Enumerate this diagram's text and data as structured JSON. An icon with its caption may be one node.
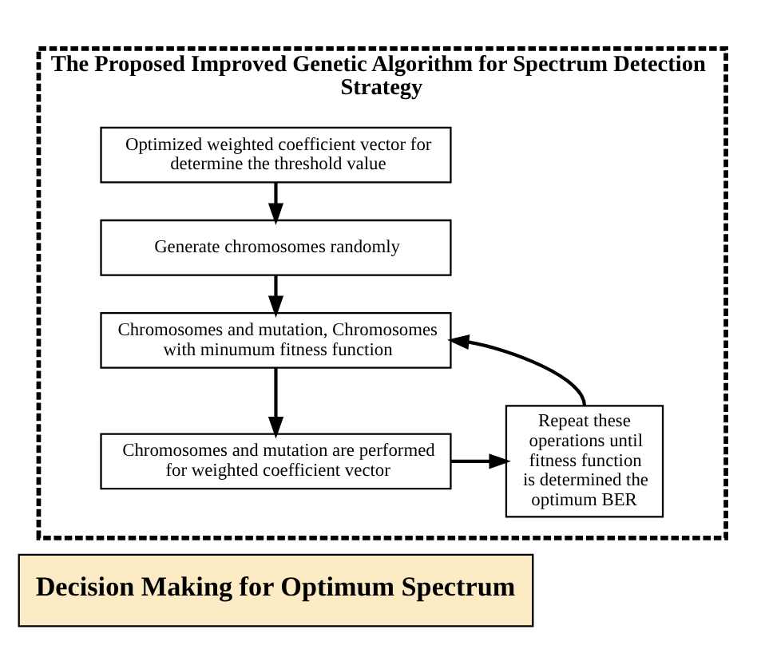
{
  "diagram": {
    "nodes": [
      {
        "text": [
          "The Proposed Improved Genetic Algorithm for Spectrum Detection Strategy"
        ]
      },
      {
        "text": [
          "Optimized weighted coefficient vector for determine the threshold value"
        ],
        "in": 0
      },
      {
        "text": [
          "Generate chromosomes randomly"
        ],
        "in": 0
      },
      {
        "text": [
          "Chromosomes and mutation, Chromosomes with minumum fitness function"
        ],
        "in": 0
      },
      {
        "text": [
          "Chromosomes and mutation are performed for weighted coefficient vector"
        ],
        "in": 0
      },
      {
        "text": [
          "Repeat these operations until fitness function is determined the optimum BER"
        ],
        "in": 0
      },
      {
        "text": [
          "Decision Making for Optimum Spectrum"
        ]
      }
    ],
    "edges": [
      {
        "from": 1,
        "to": 2,
        "arrow": "to"
      },
      {
        "from": 2,
        "to": 3,
        "arrow": "to"
      },
      {
        "from": 3,
        "to": 4,
        "arrow": "to"
      },
      {
        "from": 4,
        "to": 5,
        "arrow": "to"
      },
      {
        "from": 5,
        "to": 3,
        "arrow": "to"
      }
    ]
  }
}
